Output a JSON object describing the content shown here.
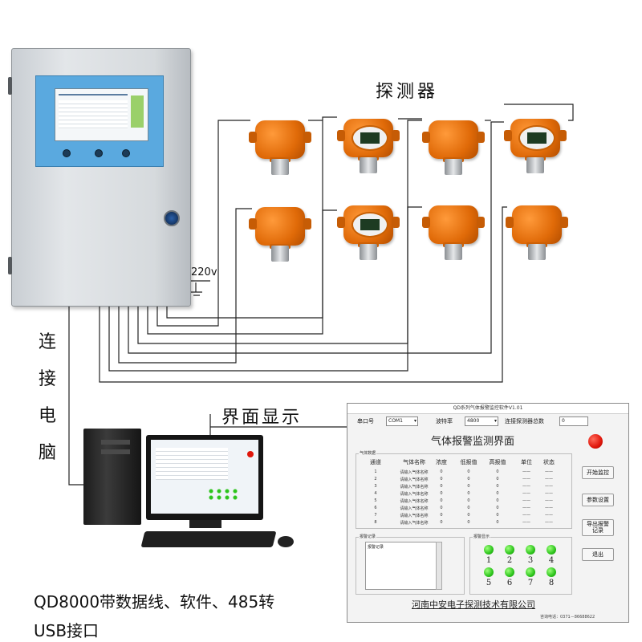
{
  "labels": {
    "detectors": "探测器",
    "voltage": "220v",
    "connect_pc": [
      "连",
      "接",
      "电",
      "脑"
    ],
    "display": "界面显示",
    "caption_line1": "QD8000带数据线、软件、485转",
    "caption_line2": "USB接口"
  },
  "software": {
    "window_title": "QD系列气体报警监控软件V1.01",
    "port_label": "串口号",
    "port_value": "COM1",
    "baud_label": "波特率",
    "baud_value": "4800",
    "total_label": "连接探测器总数",
    "total_value": "0",
    "main_title": "气体报警监测界面",
    "group_data_label": "气体数据",
    "columns": [
      "通道",
      "气体名称",
      "浓度",
      "低报值",
      "高报值",
      "单位",
      "状态"
    ],
    "rows": [
      [
        "1",
        "请输入气体名称",
        "0",
        "0",
        "0",
        "——",
        "——"
      ],
      [
        "2",
        "请输入气体名称",
        "0",
        "0",
        "0",
        "——",
        "——"
      ],
      [
        "3",
        "请输入气体名称",
        "0",
        "0",
        "0",
        "——",
        "——"
      ],
      [
        "4",
        "请输入气体名称",
        "0",
        "0",
        "0",
        "——",
        "——"
      ],
      [
        "5",
        "请输入气体名称",
        "0",
        "0",
        "0",
        "——",
        "——"
      ],
      [
        "6",
        "请输入气体名称",
        "0",
        "0",
        "0",
        "——",
        "——"
      ],
      [
        "7",
        "请输入气体名称",
        "0",
        "0",
        "0",
        "——",
        "——"
      ],
      [
        "8",
        "请输入气体名称",
        "0",
        "0",
        "0",
        "——",
        "——"
      ]
    ],
    "btn_start": "开始监控",
    "btn_params": "参数设置",
    "btn_export_1": "导出报警",
    "btn_export_2": "记录",
    "btn_exit": "退出",
    "alarm_log_group": "报警记录",
    "alarm_log_field": "报警记录",
    "alarm_indicator_group": "报警显示",
    "channels": [
      "1",
      "2",
      "3",
      "4",
      "5",
      "6",
      "7",
      "8"
    ],
    "company": "河南中安电子探测技术有限公司",
    "phone": "咨询电话：0371－86688622"
  },
  "colors": {
    "detector": "#e8740f",
    "cabinet_panel": "#5aa9df",
    "led_green": "#2dc41c",
    "alarm_red": "#e0160b"
  }
}
